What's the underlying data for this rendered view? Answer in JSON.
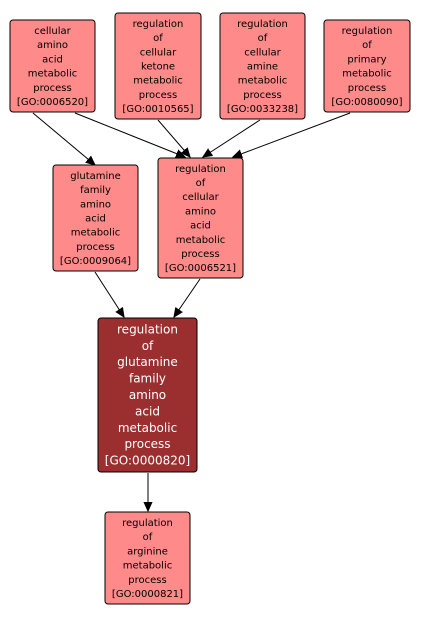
{
  "nodes": [
    {
      "id": "n6520",
      "lines": [
        "cellular",
        "amino",
        "acid",
        "metabolic",
        "process",
        "[GO:0006520]"
      ]
    },
    {
      "id": "n10565",
      "lines": [
        "regulation",
        "of",
        "cellular",
        "ketone",
        "metabolic",
        "process",
        "[GO:0010565]"
      ]
    },
    {
      "id": "n33238",
      "lines": [
        "regulation",
        "of",
        "cellular",
        "amine",
        "metabolic",
        "process",
        "[GO:0033238]"
      ]
    },
    {
      "id": "n80090",
      "lines": [
        "regulation",
        "of",
        "primary",
        "metabolic",
        "process",
        "[GO:0080090]"
      ]
    },
    {
      "id": "n9064",
      "lines": [
        "glutamine",
        "family",
        "amino",
        "acid",
        "metabolic",
        "process",
        "[GO:0009064]"
      ]
    },
    {
      "id": "n6521",
      "lines": [
        "regulation",
        "of",
        "cellular",
        "amino",
        "acid",
        "metabolic",
        "process",
        "[GO:0006521]"
      ]
    },
    {
      "id": "n820",
      "lines": [
        "regulation",
        "of",
        "glutamine",
        "family",
        "amino",
        "acid",
        "metabolic",
        "process",
        "[GO:0000820]"
      ],
      "focus": true
    },
    {
      "id": "n821",
      "lines": [
        "regulation",
        "of",
        "arginine",
        "metabolic",
        "process",
        "[GO:0000821]"
      ]
    }
  ],
  "edges": [
    [
      "n6520",
      "n9064"
    ],
    [
      "n6520",
      "n6521"
    ],
    [
      "n10565",
      "n6521"
    ],
    [
      "n33238",
      "n6521"
    ],
    [
      "n80090",
      "n6521"
    ],
    [
      "n9064",
      "n820"
    ],
    [
      "n6521",
      "n820"
    ],
    [
      "n820",
      "n821"
    ]
  ],
  "colors": {
    "node_fill": "#ff8a8a",
    "focus_fill": "#9b2e2e",
    "edge": "#000000"
  }
}
